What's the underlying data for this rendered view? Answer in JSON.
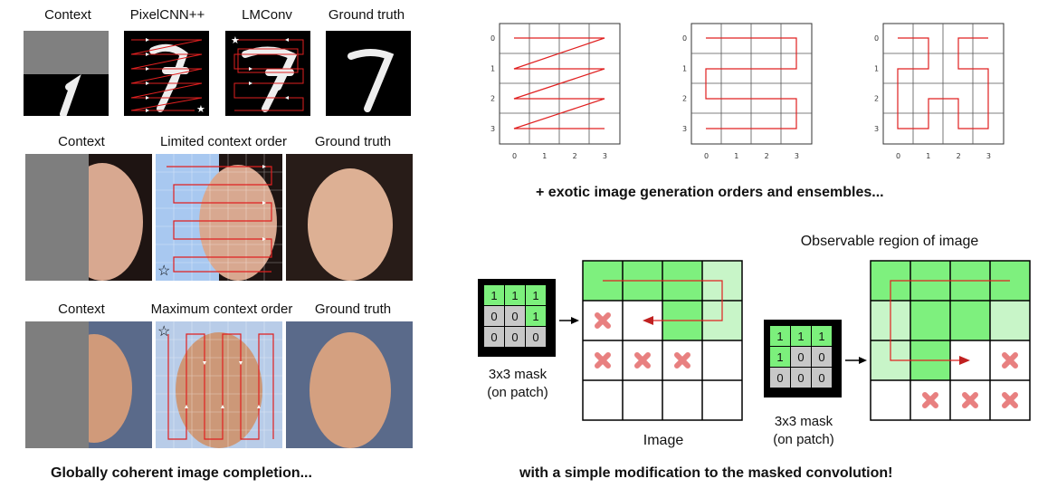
{
  "top_left_labels": [
    "Context",
    "PixelCNN++",
    "LMConv",
    "Ground truth"
  ],
  "mid_left_labels": [
    "Context",
    "Limited context order",
    "Ground truth"
  ],
  "bot_left_labels": [
    "Context",
    "Maximum context order",
    "Ground truth"
  ],
  "caption_left": "Globally coherent image completion...",
  "caption_top_right": "+ exotic image generation orders and ensembles...",
  "caption_bottom_right": "with a simple modification to the masked convolution!",
  "observable_label": "Observable region of image",
  "image_label": "Image",
  "mask_label_line1": "3x3 mask",
  "mask_label_line2": "(on patch)",
  "axis_ticks": [
    "0",
    "1",
    "2",
    "3"
  ],
  "masks": [
    [
      [
        "1",
        "1",
        "1"
      ],
      [
        "0",
        "0",
        "1"
      ],
      [
        "0",
        "0",
        "0"
      ]
    ],
    [
      [
        "1",
        "1",
        "1"
      ],
      [
        "1",
        "0",
        "0"
      ],
      [
        "0",
        "0",
        "0"
      ]
    ]
  ],
  "colors": {
    "path": "#e02020",
    "observed_dark": "#7ef07e",
    "observed_light": "#c8f5c8",
    "cross": "#e88080"
  }
}
